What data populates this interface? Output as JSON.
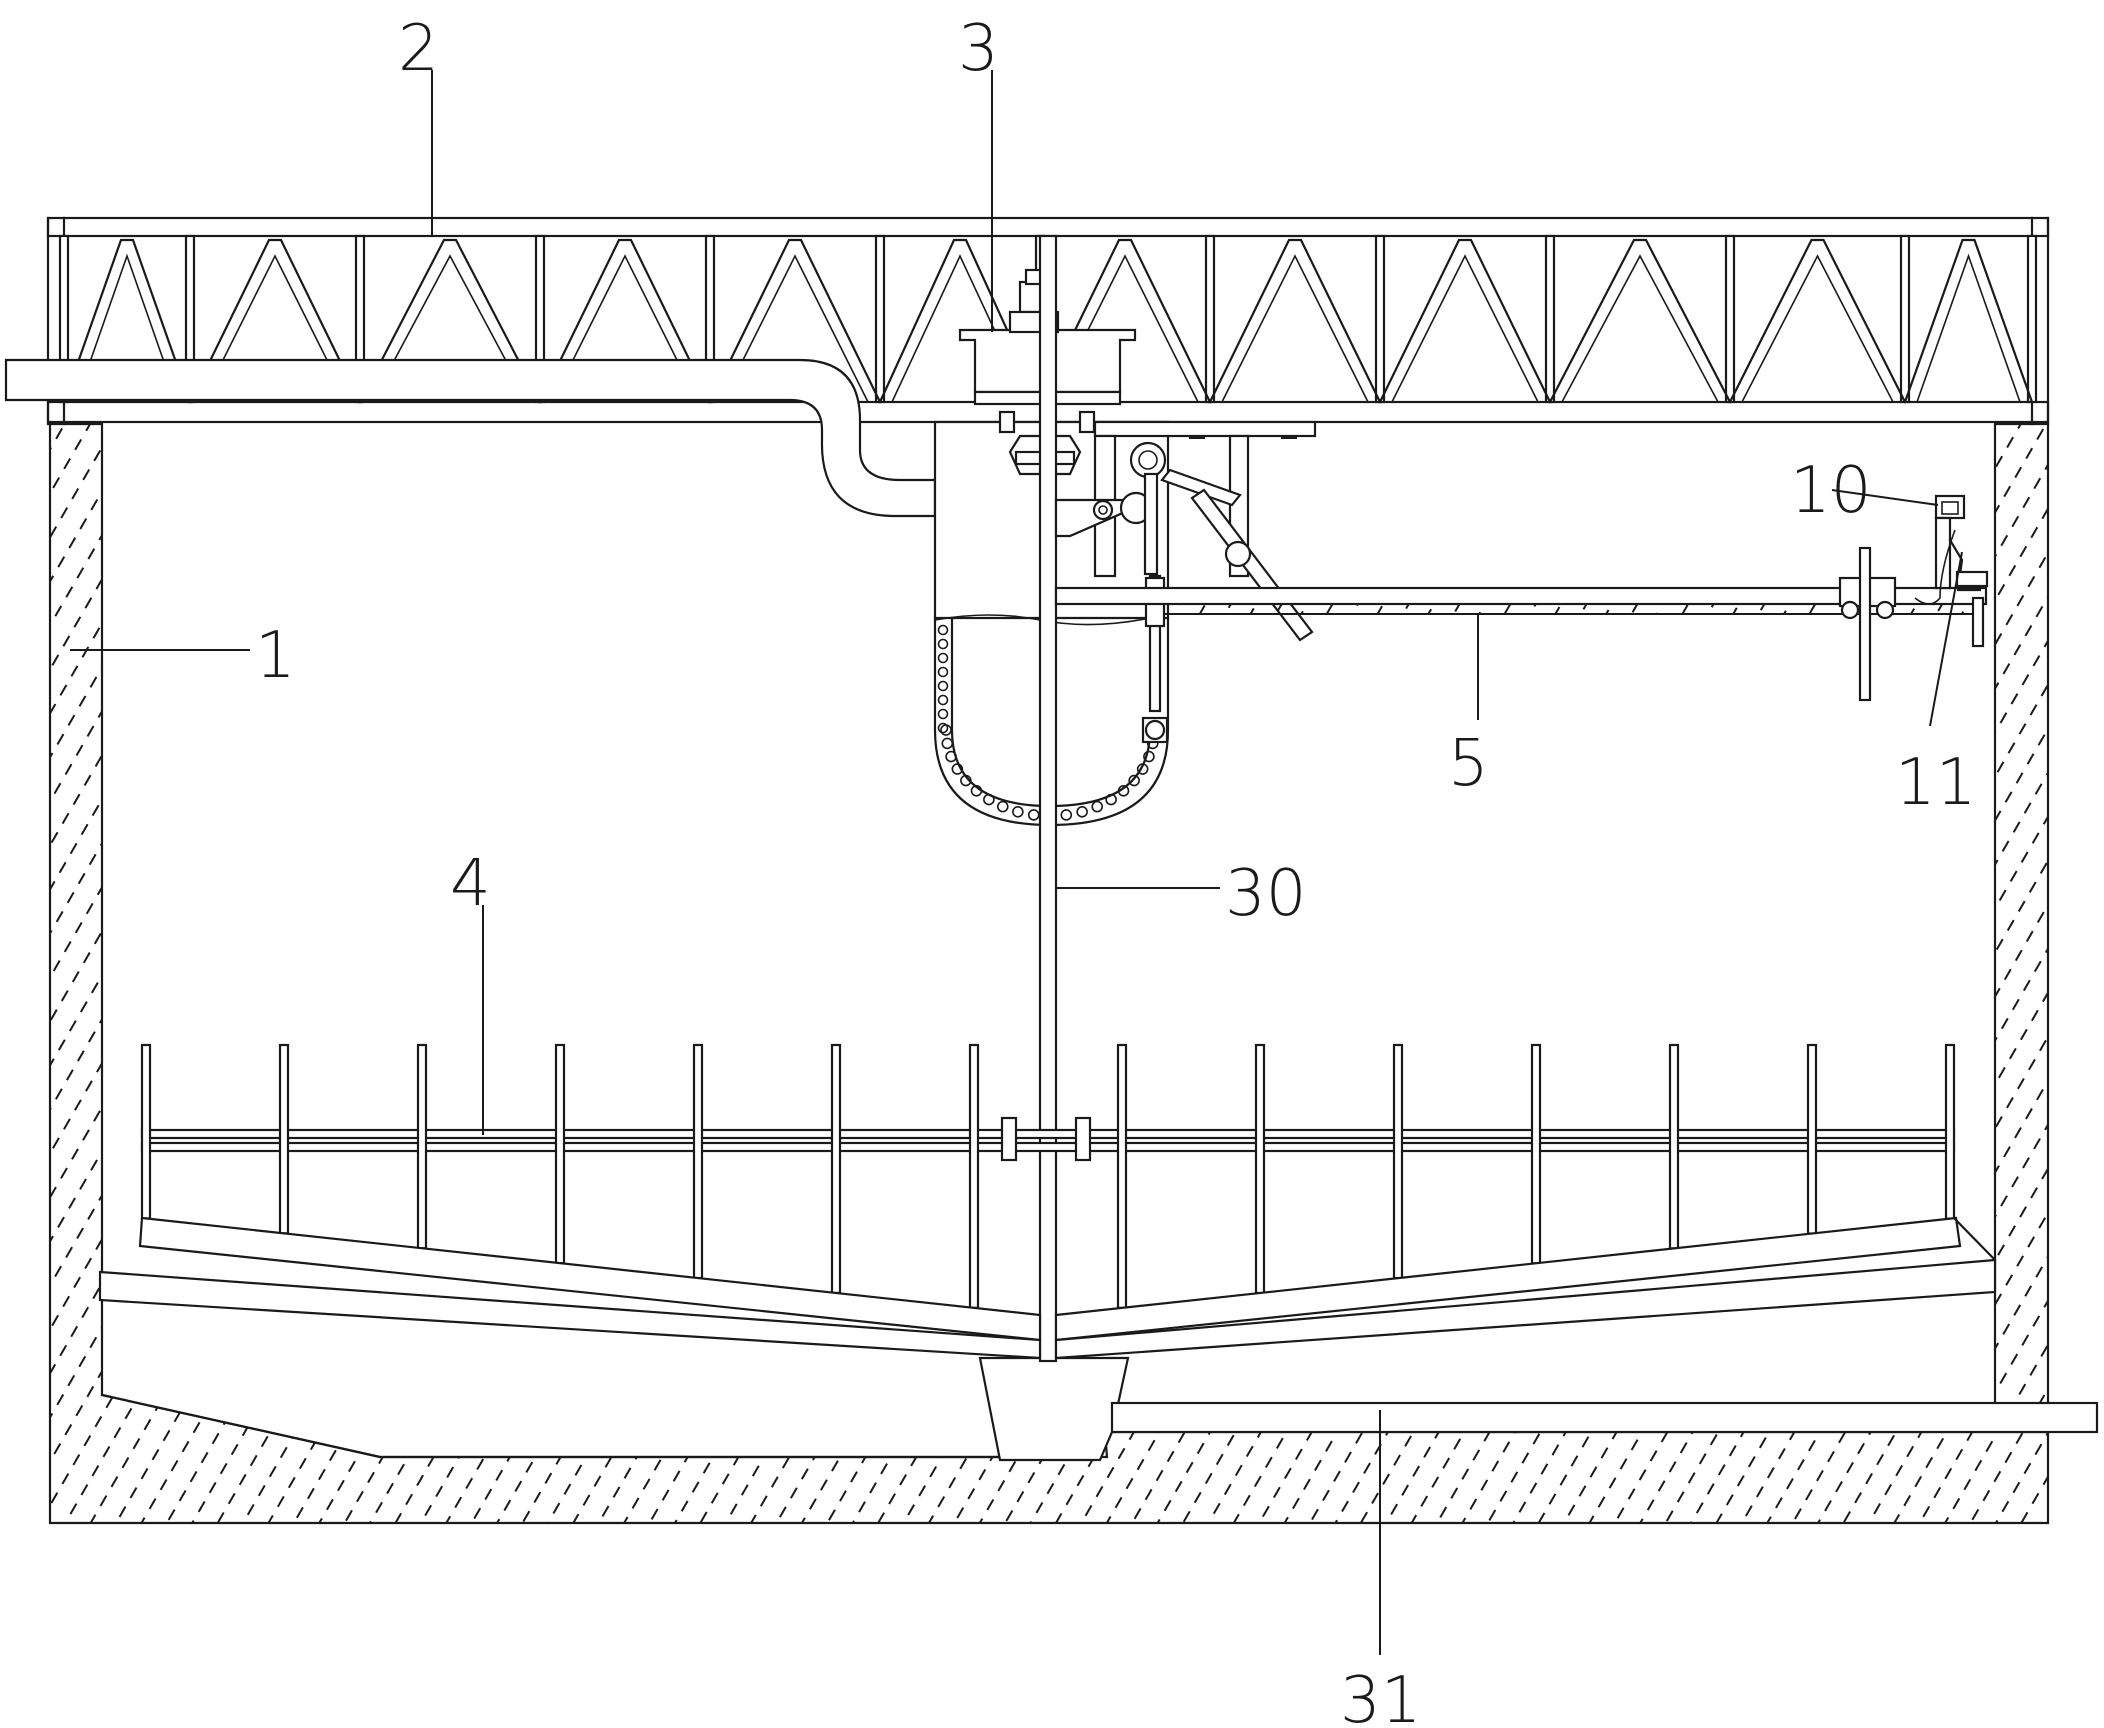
{
  "figure": {
    "labels": {
      "l1": "1",
      "l2": "2",
      "l3": "3",
      "l4": "4",
      "l5": "5",
      "l10": "10",
      "l11": "11",
      "l30": "30",
      "l31": "31"
    }
  }
}
